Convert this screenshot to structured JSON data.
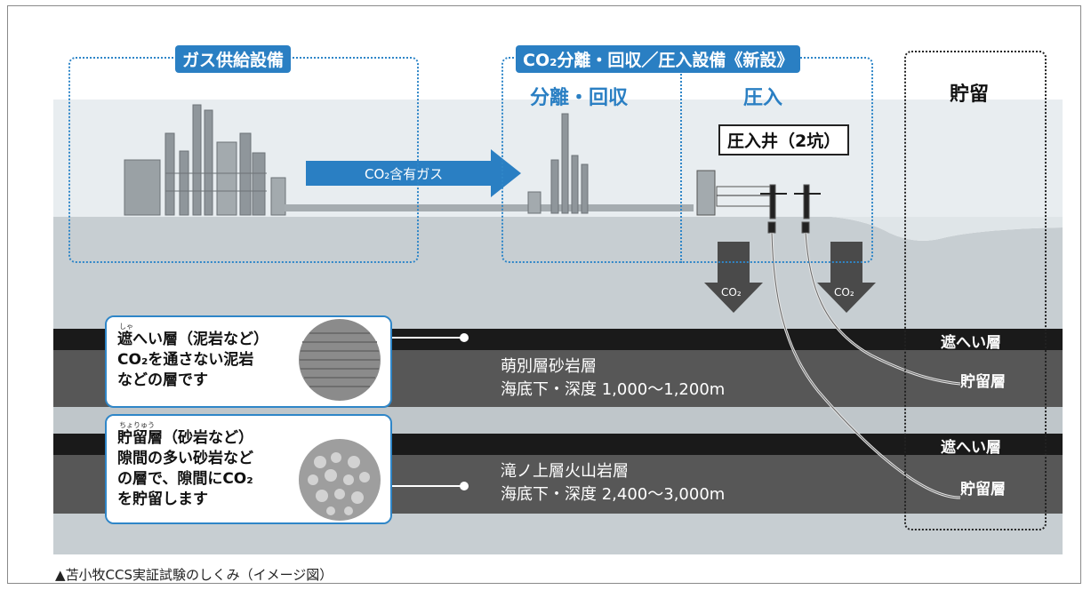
{
  "sections": {
    "gas_supply": "ガス供給設備",
    "separation_injection": "CO₂分離・回収／圧入設備《新設》",
    "separation_recovery": "分離・回収",
    "injection": "圧入",
    "storage": "貯留"
  },
  "injection_wells": "圧入井（2坑）",
  "flow_arrow": "CO₂含有ガス",
  "co2_arrow_labels": [
    "CO₂",
    "CO₂"
  ],
  "callouts": {
    "cap_rock": {
      "ruby": "しゃ",
      "lines": [
        "遮へい層（泥岩など）",
        "CO₂を通さない泥岩",
        "などの層です"
      ]
    },
    "reservoir": {
      "ruby": "ちょりゅう",
      "lines": [
        "貯留層（砂岩など）",
        "隙間の多い砂岩など",
        "の層で、隙間にCO₂",
        "を貯留します"
      ]
    }
  },
  "layers": {
    "upper": {
      "name": "萌別層砂岩層",
      "depth": "海底下・深度 1,000〜1,200m"
    },
    "lower": {
      "name": "滝ノ上層火山岩層",
      "depth": "海底下・深度 2,400〜3,000m"
    }
  },
  "right_labels": {
    "cap1": "遮へい層",
    "res1": "貯留層",
    "cap2": "遮へい層",
    "res2": "貯留層"
  },
  "caption": "▲苫小牧CCS実証試験のしくみ（イメージ図）",
  "colors": {
    "accent_blue": "#2a7fc3",
    "sky": "#e9eef1",
    "ground": "#c9d0d4",
    "cap_layer": "#1a1a1a",
    "reservoir_layer": "#555555"
  }
}
